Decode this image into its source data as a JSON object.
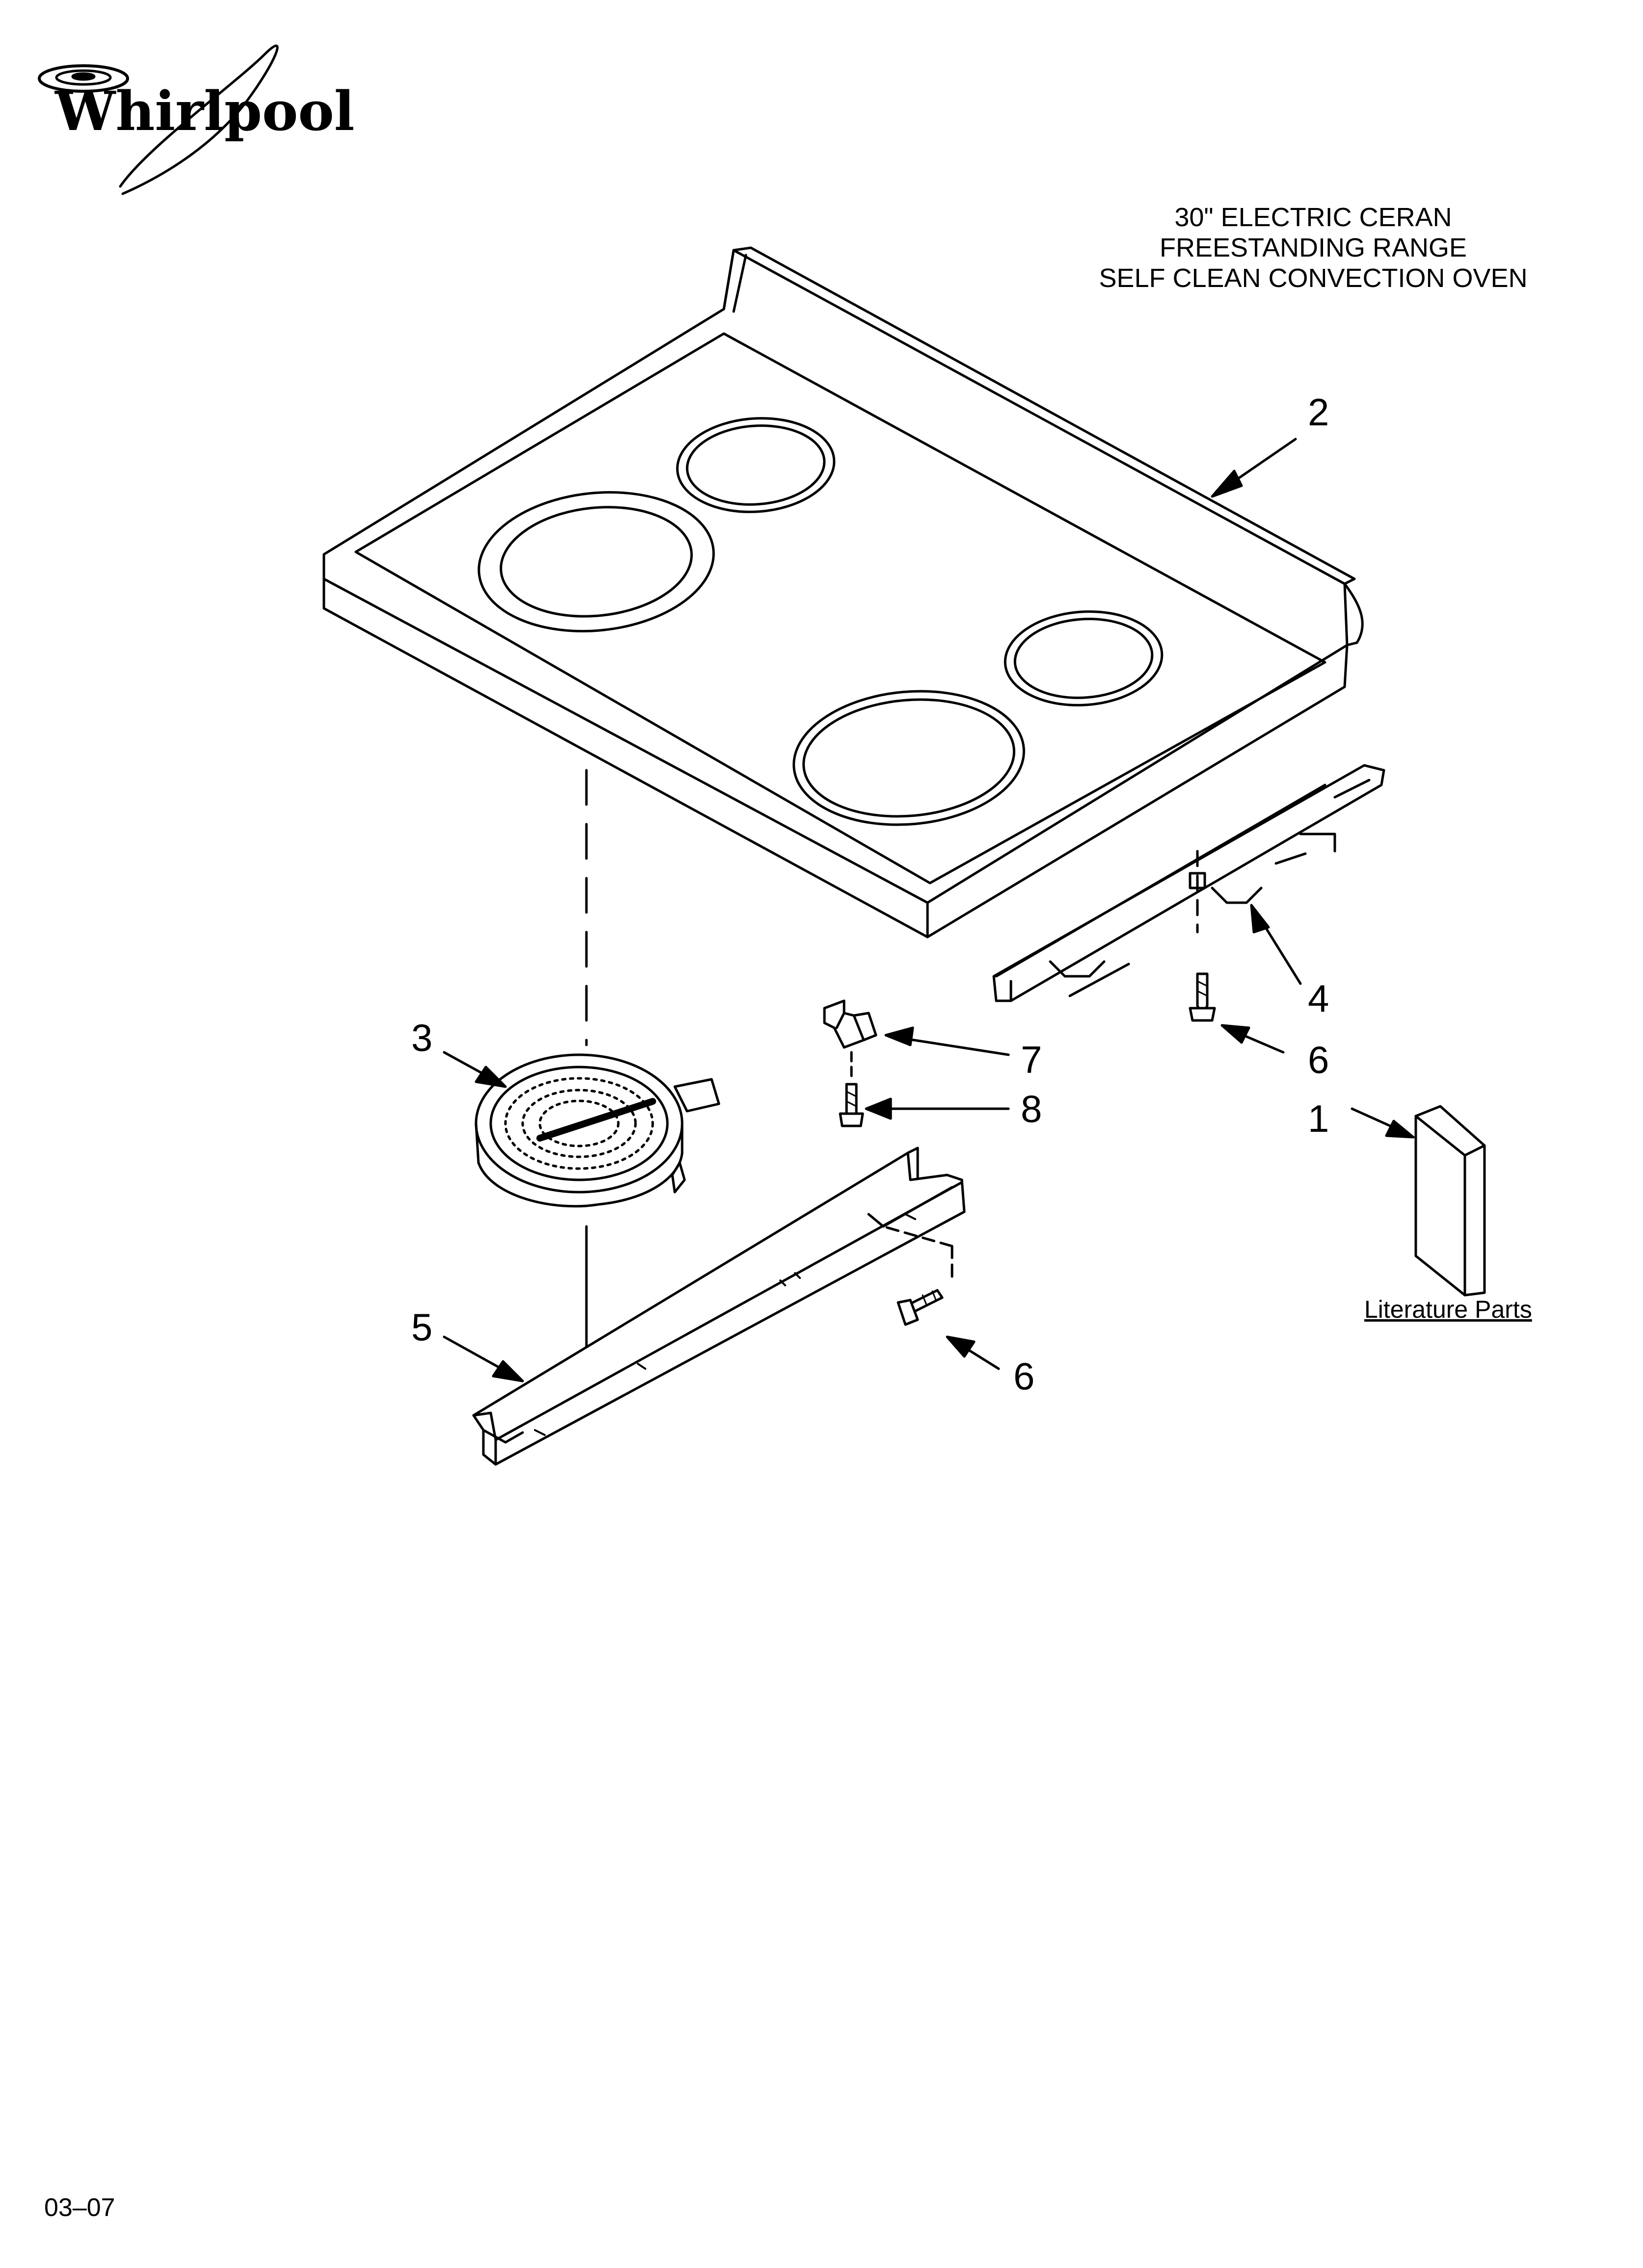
{
  "brand": {
    "logo_text": "Whirlpool"
  },
  "title": {
    "line1": "30\" ELECTRIC CERAN",
    "line2": "FREESTANDING RANGE",
    "line3": "SELF CLEAN CONVECTION OVEN"
  },
  "callouts": {
    "p1": "1",
    "p2": "2",
    "p3": "3",
    "p4": "4",
    "p5": "5",
    "p6a": "6",
    "p6b": "6",
    "p7": "7",
    "p8": "8"
  },
  "literature_label": "Literature Parts",
  "doc_code": "03–07",
  "colors": {
    "ink": "#000000",
    "paper": "#ffffff",
    "panel_fill": "#f2f2f2"
  }
}
